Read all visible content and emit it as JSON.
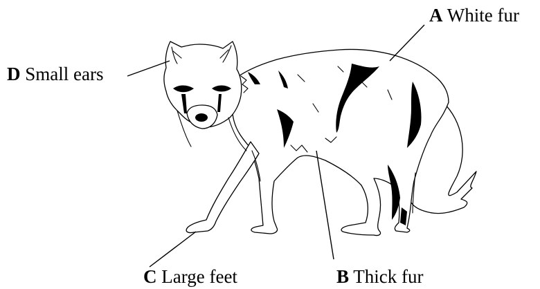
{
  "labels": {
    "a": {
      "letter": "A",
      "text": "White fur"
    },
    "b": {
      "letter": "B",
      "text": "Thick fur"
    },
    "c": {
      "letter": "C",
      "text": "Large feet"
    },
    "d": {
      "letter": "D",
      "text": "Small ears"
    }
  }
}
